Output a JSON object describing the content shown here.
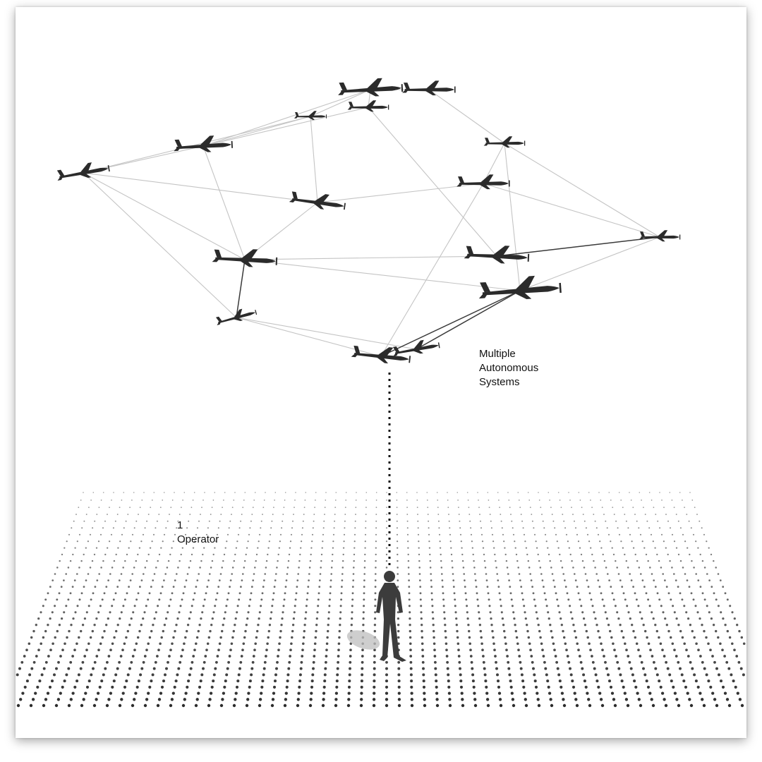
{
  "captions": {
    "systems": [
      "Multiple",
      "Autonomous",
      "Systems"
    ],
    "operator": [
      "1",
      "Operator"
    ]
  },
  "colors": {
    "background": "#ffffff",
    "drone": "#2b2b2b",
    "link_light": "#c4c4c4",
    "link_dark": "#3a3a3a",
    "ground_dot": "#222222",
    "operator": "#3c3c3c",
    "shadow": "#bdbdbd"
  },
  "icons": {
    "drone": "fixed-wing-drone-icon",
    "operator": "person-figure-icon"
  }
}
